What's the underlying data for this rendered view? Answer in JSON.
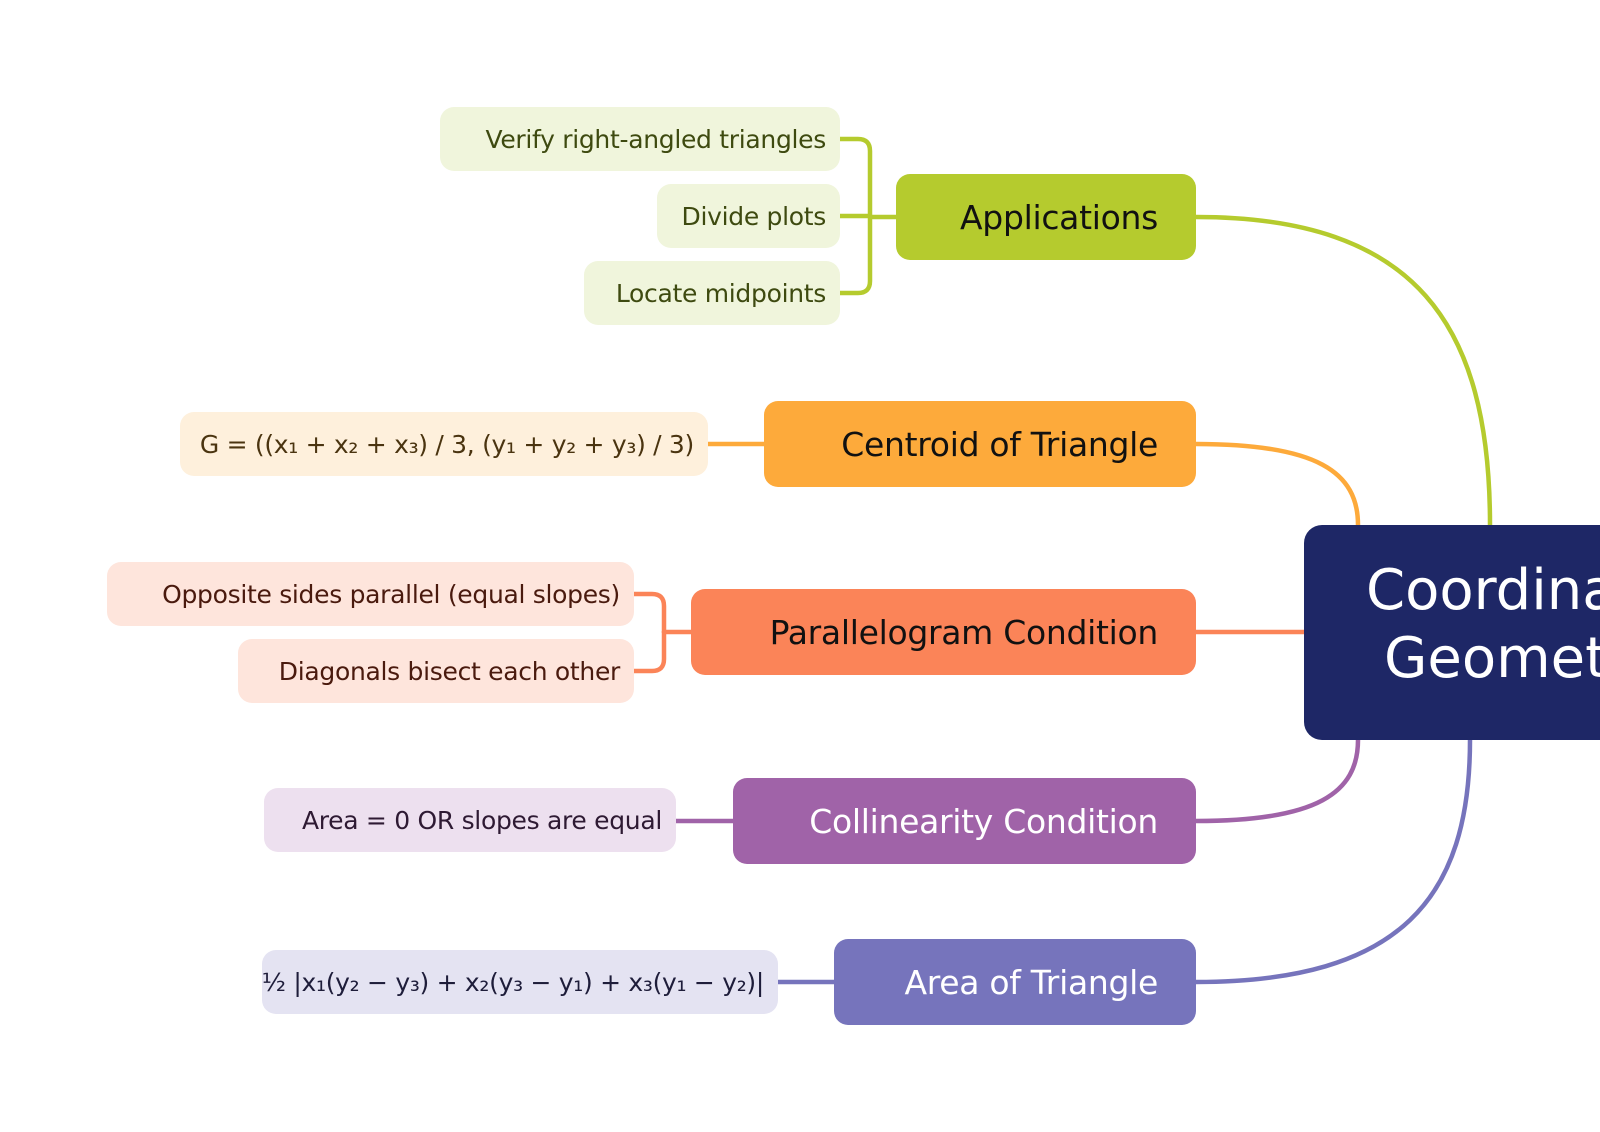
{
  "root": {
    "title_line1": "Coordinate",
    "title_line2": "Geometry",
    "color": "#1e2766"
  },
  "branches": [
    {
      "id": "applications",
      "label": "Applications",
      "color": "#b5cb2e",
      "text_color": "#111111",
      "leaf_bg": "#f0f5dc",
      "leaf_text": "#3e4a10",
      "leaves": [
        "Verify right-angled triangles",
        "Divide plots",
        "Locate midpoints"
      ]
    },
    {
      "id": "centroid",
      "label": "Centroid of Triangle",
      "color": "#fdaa3b",
      "text_color": "#111111",
      "leaf_bg": "#fef0dc",
      "leaf_text": "#4a3410",
      "leaves": [
        "G = ((x₁ + x₂ + x₃) / 3, (y₁ + y₂ + y₃) / 3)"
      ]
    },
    {
      "id": "parallelogram",
      "label": "Parallelogram Condition",
      "color": "#fb8458",
      "text_color": "#111111",
      "leaf_bg": "#fee5dc",
      "leaf_text": "#4a1a0e",
      "leaves": [
        "Opposite sides parallel (equal slopes)",
        "Diagonals bisect each other"
      ]
    },
    {
      "id": "collinearity",
      "label": "Collinearity Condition",
      "color": "#a063a8",
      "text_color": "#ffffff",
      "leaf_bg": "#ede0ef",
      "leaf_text": "#2e1a33",
      "leaves": [
        "Area = 0 OR slopes are equal"
      ]
    },
    {
      "id": "area",
      "label": "Area of Triangle",
      "color": "#7674bc",
      "text_color": "#ffffff",
      "leaf_bg": "#e4e3f2",
      "leaf_text": "#1e1d3a",
      "leaves": [
        "½ |x₁(y₂ − y₃) + x₂(y₃ − y₁) + x₃(y₁ − y₂)|"
      ]
    }
  ]
}
